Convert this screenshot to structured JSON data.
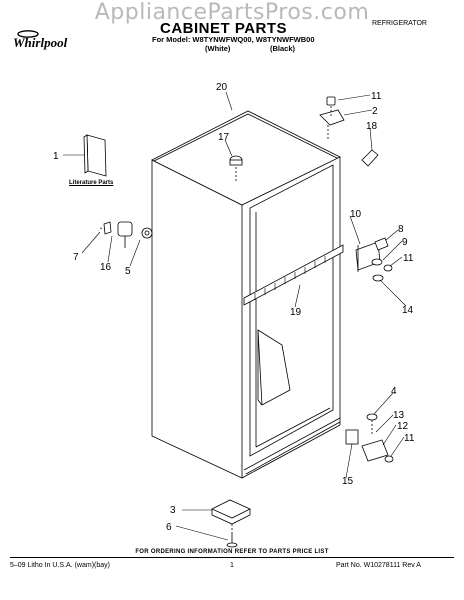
{
  "watermark": "AppliancePartsPros.com",
  "brand": {
    "logo_text": "Whirlpool",
    "logo_icon": "whirlpool-logo"
  },
  "header": {
    "title": "CABINET PARTS",
    "model_line": "For Model: W8TYNWFWQ00, W8TYNWFWB00",
    "variant_white": "(White)",
    "variant_black": "(Black)",
    "category": "REFRIGERATOR"
  },
  "literature_label": "Literature Parts",
  "callouts": {
    "p1": "1",
    "p2": "2",
    "p3": "3",
    "p4": "4",
    "p5": "5",
    "p6": "6",
    "p7": "7",
    "p8": "8",
    "p9": "9",
    "p10": "10",
    "p11a": "11",
    "p11b": "11",
    "p11c": "11",
    "p12": "12",
    "p13": "13",
    "p14": "14",
    "p15": "15",
    "p16": "16",
    "p17": "17",
    "p18": "18",
    "p19": "19",
    "p20": "20"
  },
  "footer": {
    "ordering_note": "FOR ORDERING INFORMATION REFER TO PARTS PRICE LIST",
    "litho": "5–09 Litho In U.S.A. (wam)(bay)",
    "page": "1",
    "part_no": "Part No. W10278111 Rev A"
  }
}
